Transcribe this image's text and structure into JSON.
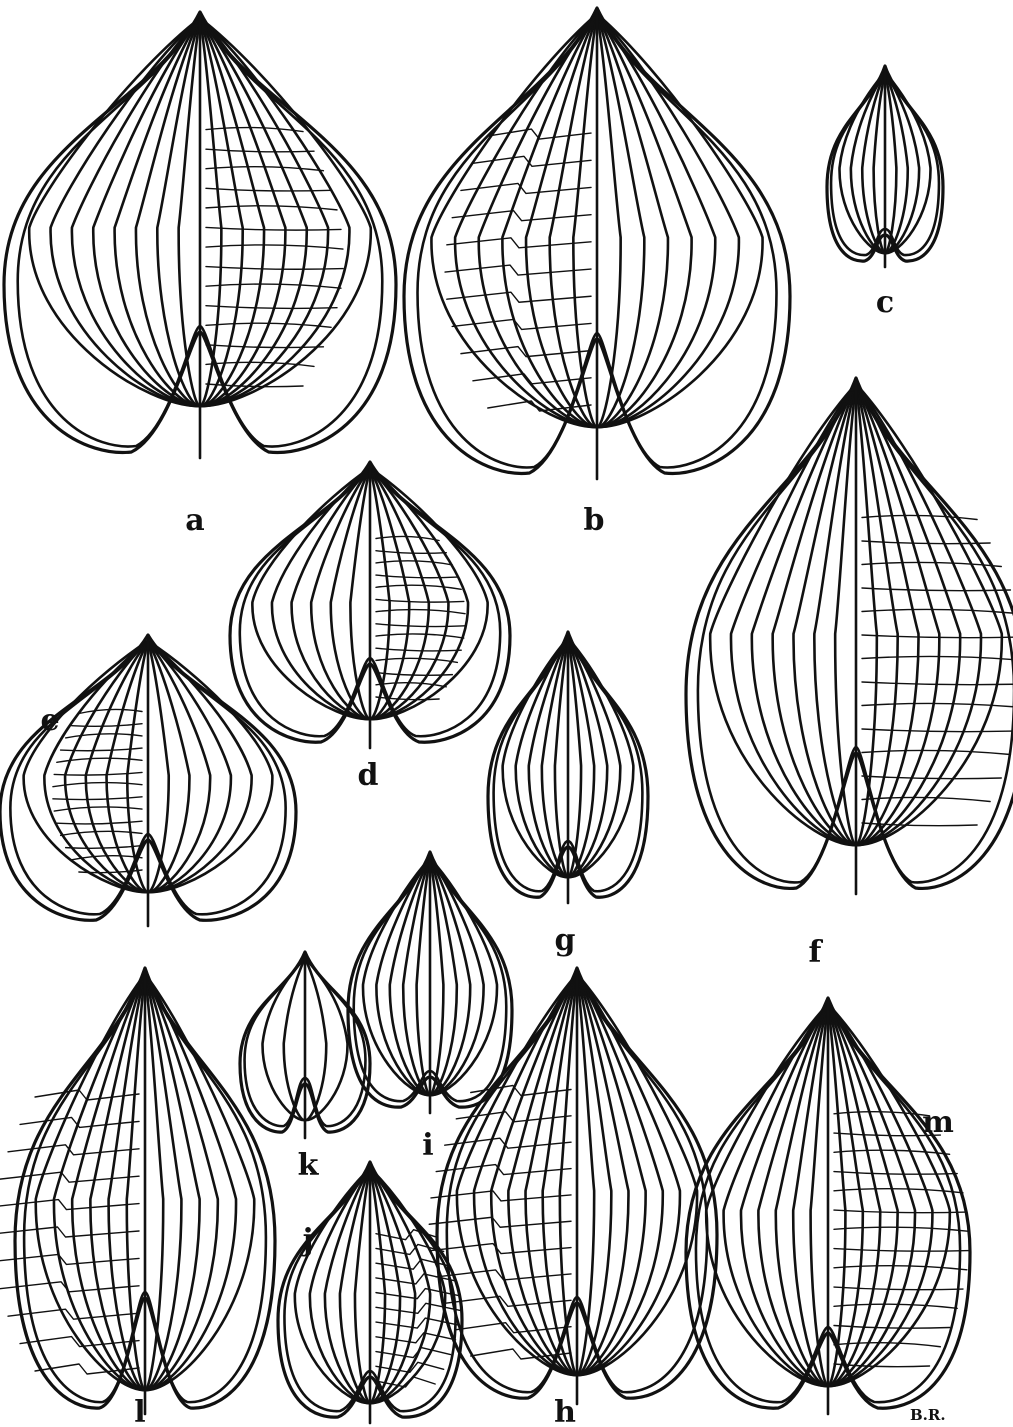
{
  "plate": {
    "labels": {
      "a": "a",
      "b": "b",
      "c": "c",
      "d": "d",
      "e": "e",
      "f": "f",
      "g": "g",
      "h": "h",
      "i": "i",
      "j": "j",
      "k": "k",
      "l": "l",
      "m": "m"
    },
    "signature": "B.R."
  }
}
